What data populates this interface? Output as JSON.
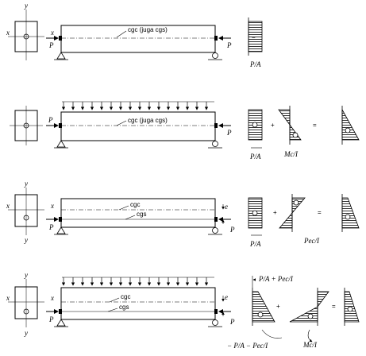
{
  "labels": {
    "x": "x",
    "y": "y",
    "p": "P",
    "e": "e",
    "cgc": "cgc",
    "cgs": "cgs",
    "cgc_juga_cgs": "cgc (juga cgs)",
    "plus": "+",
    "equals": "=",
    "p_over_a": "P/A",
    "mc_over_i": "Mc/I",
    "pec_over_i": "Pec/I",
    "top_combined": "P/A + Pec/I",
    "bottom_combined": "− P/A − Pec/I",
    "minus": "−"
  },
  "cases": [
    {
      "id": 1,
      "beam_label": "cgc (juga cgs)",
      "distributed_load": false,
      "eccentric": false
    },
    {
      "id": 2,
      "beam_label": "cgc (juga cgs)",
      "distributed_load": true,
      "eccentric": false
    },
    {
      "id": 3,
      "beam_label": "cgc / cgs",
      "distributed_load": false,
      "eccentric": true
    },
    {
      "id": 4,
      "beam_label": "cgc / cgs",
      "distributed_load": true,
      "eccentric": true
    }
  ]
}
